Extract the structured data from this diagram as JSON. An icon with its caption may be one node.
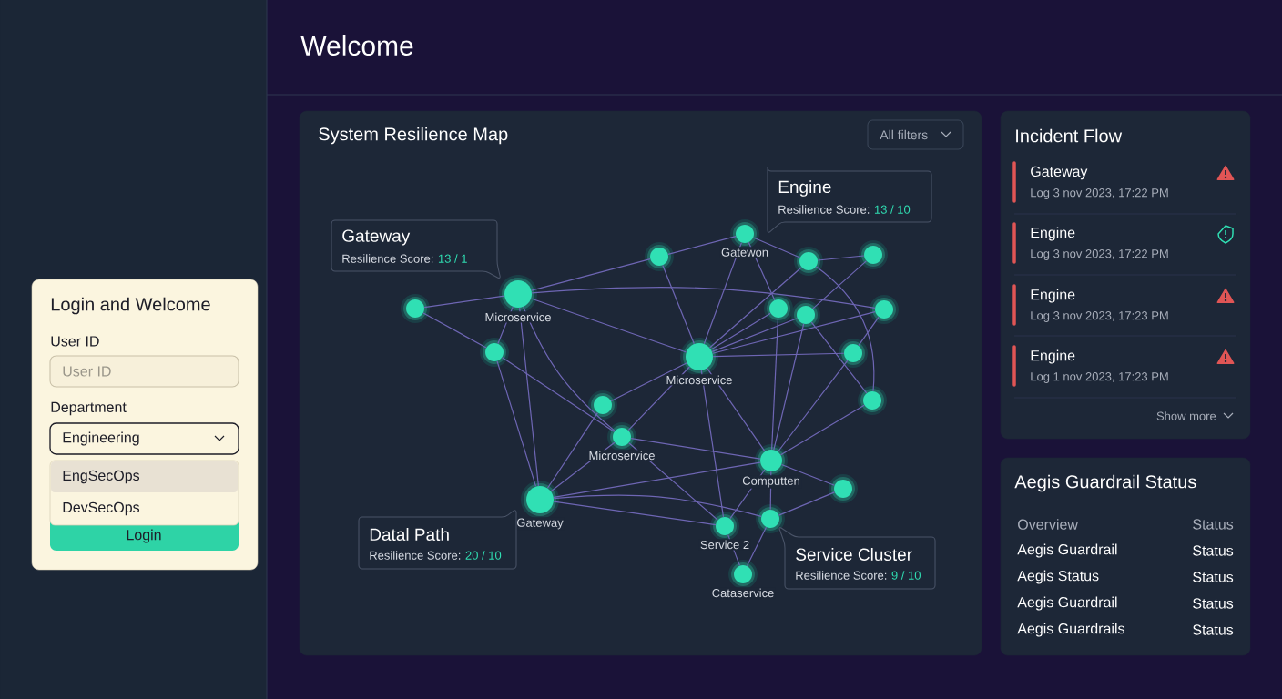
{
  "diagram": {
    "nodes": [
      {
        "text": [
          "Login and Welcome"
        ]
      },
      {
        "text": [
          "System Resilience Map"
        ]
      },
      {
        "text": [
          "Incident Flow"
        ]
      },
      {
        "text": [
          "Gateway",
          "Log 3 nov 2023, 17:22 PM"
        ],
        "in": 2
      },
      {
        "text": [
          "Engine",
          "Log 3 nov 2023, 17:22 PM"
        ],
        "in": 2
      },
      {
        "text": [
          "Engine",
          "Log 3 nov 2023, 17:23 PM"
        ],
        "in": 2
      },
      {
        "text": [
          "Engine",
          "Log 1 nov 2023, 17:23 PM"
        ],
        "in": 2
      },
      {
        "text": [
          "Aegis Guardrail Status"
        ]
      },
      {
        "text": [
          "Gateway",
          "Resilience Score:",
          "13 / 1"
        ],
        "in": 1
      },
      {
        "text": [
          "Engine",
          "Resilience Score:",
          "13 / 10"
        ],
        "in": 1
      },
      {
        "text": [
          "Datal Path",
          "Resilience Score:",
          "20 / 10"
        ],
        "in": 1
      },
      {
        "text": [
          "Service Cluster",
          "Resilience Score:",
          "9 / 10"
        ],
        "in": 1
      },
      {
        "text": [
          "Gatewon"
        ],
        "in": 1
      },
      {
        "text": [],
        "shape": "circle",
        "in": 1
      },
      {
        "text": [],
        "shape": "circle",
        "in": 1
      },
      {
        "text": [],
        "shape": "circle",
        "in": 1
      },
      {
        "text": [
          "Microservice"
        ],
        "in": 1
      },
      {
        "text": [],
        "shape": "circle",
        "in": 1
      },
      {
        "text": [],
        "shape": "circle",
        "in": 1
      },
      {
        "text": [],
        "shape": "circle",
        "in": 1
      },
      {
        "text": [],
        "shape": "circle",
        "in": 1
      },
      {
        "text": [],
        "shape": "circle",
        "in": 1
      },
      {
        "text": [],
        "shape": "circle",
        "in": 1
      },
      {
        "text": [
          "Microservice"
        ],
        "in": 1
      },
      {
        "text": [],
        "shape": "circle",
        "in": 1
      },
      {
        "text": [],
        "shape": "circle",
        "in": 1
      },
      {
        "text": [
          "Microservice"
        ],
        "in": 1
      },
      {
        "text": [
          "Computten"
        ],
        "in": 1
      },
      {
        "text": [],
        "shape": "circle",
        "in": 1
      },
      {
        "text": [
          "Gateway"
        ],
        "in": 1
      },
      {
        "text": [],
        "shape": "circle",
        "in": 1
      },
      {
        "text": [
          "Service 2"
        ],
        "in": 1
      },
      {
        "text": [
          "Cataservice"
        ],
        "in": 1
      }
    ],
    "edges": [
      {
        "from": 17,
        "to": 16,
        "arrow": "none"
      },
      {
        "from": 17,
        "to": 21,
        "arrow": "none"
      },
      {
        "from": 16,
        "to": 14,
        "arrow": "none"
      },
      {
        "from": 14,
        "to": 12,
        "arrow": "none"
      },
      {
        "from": 12,
        "to": 15,
        "arrow": "none"
      },
      {
        "from": 15,
        "to": 13,
        "arrow": "none"
      },
      {
        "from": 16,
        "to": 23,
        "arrow": "none"
      },
      {
        "from": 16,
        "to": 19,
        "arrow": "none"
      },
      {
        "from": 16,
        "to": 21,
        "arrow": "none"
      },
      {
        "from": 16,
        "to": 29,
        "arrow": "none"
      },
      {
        "from": 16,
        "to": 26,
        "arrow": "none"
      },
      {
        "from": 21,
        "to": 26,
        "arrow": "none"
      },
      {
        "from": 21,
        "to": 29,
        "arrow": "none"
      },
      {
        "from": 14,
        "to": 23,
        "arrow": "none"
      },
      {
        "from": 12,
        "to": 23,
        "arrow": "none"
      },
      {
        "from": 12,
        "to": 18,
        "arrow": "none"
      },
      {
        "from": 15,
        "to": 23,
        "arrow": "none"
      },
      {
        "from": 15,
        "to": 24,
        "arrow": "none"
      },
      {
        "from": 13,
        "to": 20,
        "arrow": "none"
      },
      {
        "from": 23,
        "to": 18,
        "arrow": "none"
      },
      {
        "from": 23,
        "to": 20,
        "arrow": "none"
      },
      {
        "from": 23,
        "to": 19,
        "arrow": "none"
      },
      {
        "from": 23,
        "to": 22,
        "arrow": "none"
      },
      {
        "from": 23,
        "to": 25,
        "arrow": "none"
      },
      {
        "from": 23,
        "to": 26,
        "arrow": "none"
      },
      {
        "from": 23,
        "to": 27,
        "arrow": "none"
      },
      {
        "from": 23,
        "to": 31,
        "arrow": "none"
      },
      {
        "from": 18,
        "to": 27,
        "arrow": "none"
      },
      {
        "from": 20,
        "to": 27,
        "arrow": "none"
      },
      {
        "from": 19,
        "to": 22,
        "arrow": "none"
      },
      {
        "from": 20,
        "to": 24,
        "arrow": "none"
      },
      {
        "from": 22,
        "to": 27,
        "arrow": "none"
      },
      {
        "from": 24,
        "to": 27,
        "arrow": "none"
      },
      {
        "from": 25,
        "to": 29,
        "arrow": "none"
      },
      {
        "from": 26,
        "to": 29,
        "arrow": "none"
      },
      {
        "from": 26,
        "to": 27,
        "arrow": "none"
      },
      {
        "from": 26,
        "to": 31,
        "arrow": "none"
      },
      {
        "from": 29,
        "to": 27,
        "arrow": "none"
      },
      {
        "from": 29,
        "to": 31,
        "arrow": "none"
      },
      {
        "from": 29,
        "to": 30,
        "arrow": "none"
      },
      {
        "from": 27,
        "to": 28,
        "arrow": "none"
      },
      {
        "from": 27,
        "to": 30,
        "arrow": "none"
      },
      {
        "from": 27,
        "to": 31,
        "arrow": "none"
      },
      {
        "from": 31,
        "to": 32,
        "arrow": "none"
      },
      {
        "from": 30,
        "to": 32,
        "arrow": "none"
      },
      {
        "from": 30,
        "to": 28,
        "arrow": "none"
      }
    ],
    "labels": [
      "Welcome",
      "All filters",
      "User ID",
      "User ID",
      "Department",
      "Engineering",
      "EngSecOps",
      "DevSecOps",
      "Login",
      "Show more",
      "Overview",
      "Status",
      "Aegis Guardrail",
      "Status",
      "Aegis Status",
      "Status",
      "Aegis Guardrail",
      "Status",
      "Aegis Guardrails",
      "Status"
    ]
  }
}
